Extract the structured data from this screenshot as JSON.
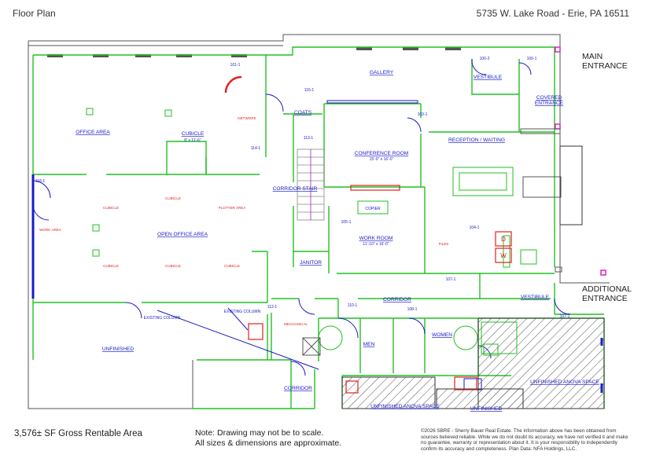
{
  "header": {
    "title": "Floor Plan",
    "address": "5735 W. Lake Road - Erie, PA  16511"
  },
  "entrances": {
    "main_line1": "MAIN",
    "main_line2": "ENTRANCE",
    "additional_line1": "ADDITIONAL",
    "additional_line2": "ENTRANCE"
  },
  "rooms": {
    "office_area": "OFFICE AREA",
    "cubicle": "CUBICLE",
    "cubicle_dims": "8' x 11'-6\"",
    "network": "NETWORK",
    "coats": "COATS",
    "gallery": "GALLERY",
    "vestibule_top": "VESTIBULE",
    "covered_line1": "COVERED",
    "covered_line2": "ENTRANCE",
    "conference": "CONFERENCE ROOM",
    "conference_dims": "15'-0\" x 16'-0\"",
    "reception": "RECEPTION / WAITING",
    "corridor_stair": "CORRIDOR  STAIR",
    "copier": "COPIER",
    "work_room": "WORK ROOM",
    "work_room_dims": "11'-10\" x 16'-0\"",
    "files": "FILES",
    "janitor": "JANITOR",
    "open_office": "OPEN OFFICE AREA",
    "work_area": "WORK AREA",
    "cubicle_small": "CUBICLE",
    "plotter_area": "PLOTTER AREA",
    "corridor_mid": "CORRIDOR",
    "vestibule_bottom": "VESTIBULE",
    "existing_column_1": "EXISTING COLUMN",
    "existing_column_2": "EXISTING COLUMN",
    "mechanical": "MECHANICAL",
    "unfinished": "UNFINISHED",
    "men": "MEN",
    "women": "WOMEN",
    "corridor_bottom": "CORRIDOR",
    "unfinished_anova_1": "UNFINISHED ANOVA SPACE",
    "unfinished_anova_2": "UNFINISHED ANOVA SPACE",
    "unfinished_bottom": "UNFINISHED",
    "w_label": "W",
    "d_label": "D"
  },
  "door_tags": [
    "101-1",
    "113-1",
    "114-1",
    "115-1",
    "103-1",
    "100-2",
    "100-1",
    "118-1",
    "105-1",
    "104-1",
    "107-1",
    "107-1",
    "110-1",
    "108-1",
    "112-1"
  ],
  "footer": {
    "area": "3,576± SF Gross Rentable Area",
    "note_line1": "Note: Drawing may not be to scale.",
    "note_line2": "All sizes & dimensions are approximate.",
    "copyright": "©2026 SBRE - Sherry Bauer Real Estate. The information above has been obtained from sources believed reliable. While we do not doubt its accuracy, we have not verified it and make no guarantee, warranty or representation about it. It is your responsibility to independently confirm its accuracy and completeness. Plan Data: NFA Holdings, LLC."
  },
  "colors": {
    "wall": "#22c022",
    "label": "#1a1ac8",
    "red": "#e02020",
    "hatch": "#555555",
    "purple": "#a020c0"
  }
}
